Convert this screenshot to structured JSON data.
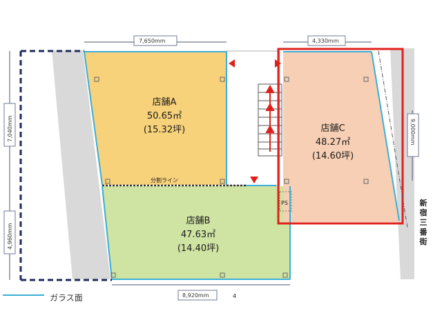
{
  "shops": {
    "a": {
      "name": "店舗A",
      "area_m2": "50.65㎡",
      "area_tsubo": "(15.32坪)",
      "fill": "#f7d27a"
    },
    "b": {
      "name": "店舗B",
      "area_m2": "47.63㎡",
      "area_tsubo": "(14.40坪)",
      "fill": "#cfe3a3"
    },
    "c": {
      "name": "店舗C",
      "area_m2": "48.27㎡",
      "area_tsubo": "(14.60坪)",
      "fill": "#f6cfb4"
    }
  },
  "dimensions": {
    "top_left_width": "7,650mm",
    "top_right_width": "4,330mm",
    "bottom_width": "8,920mm",
    "left_upper_height": "7,040mm",
    "left_lower_height": "4,960mm",
    "right_height": "9,000mm"
  },
  "labels": {
    "split_line": "分割ライン",
    "ps": "PS",
    "street": "新宿三番街",
    "page_number": "4"
  },
  "legend": {
    "glass_label": "ガラス面"
  },
  "colors": {
    "glass": "#3aaed8",
    "highlight": "#e0201b",
    "road": "#d9d9d9",
    "arrow": "#e0201b"
  }
}
